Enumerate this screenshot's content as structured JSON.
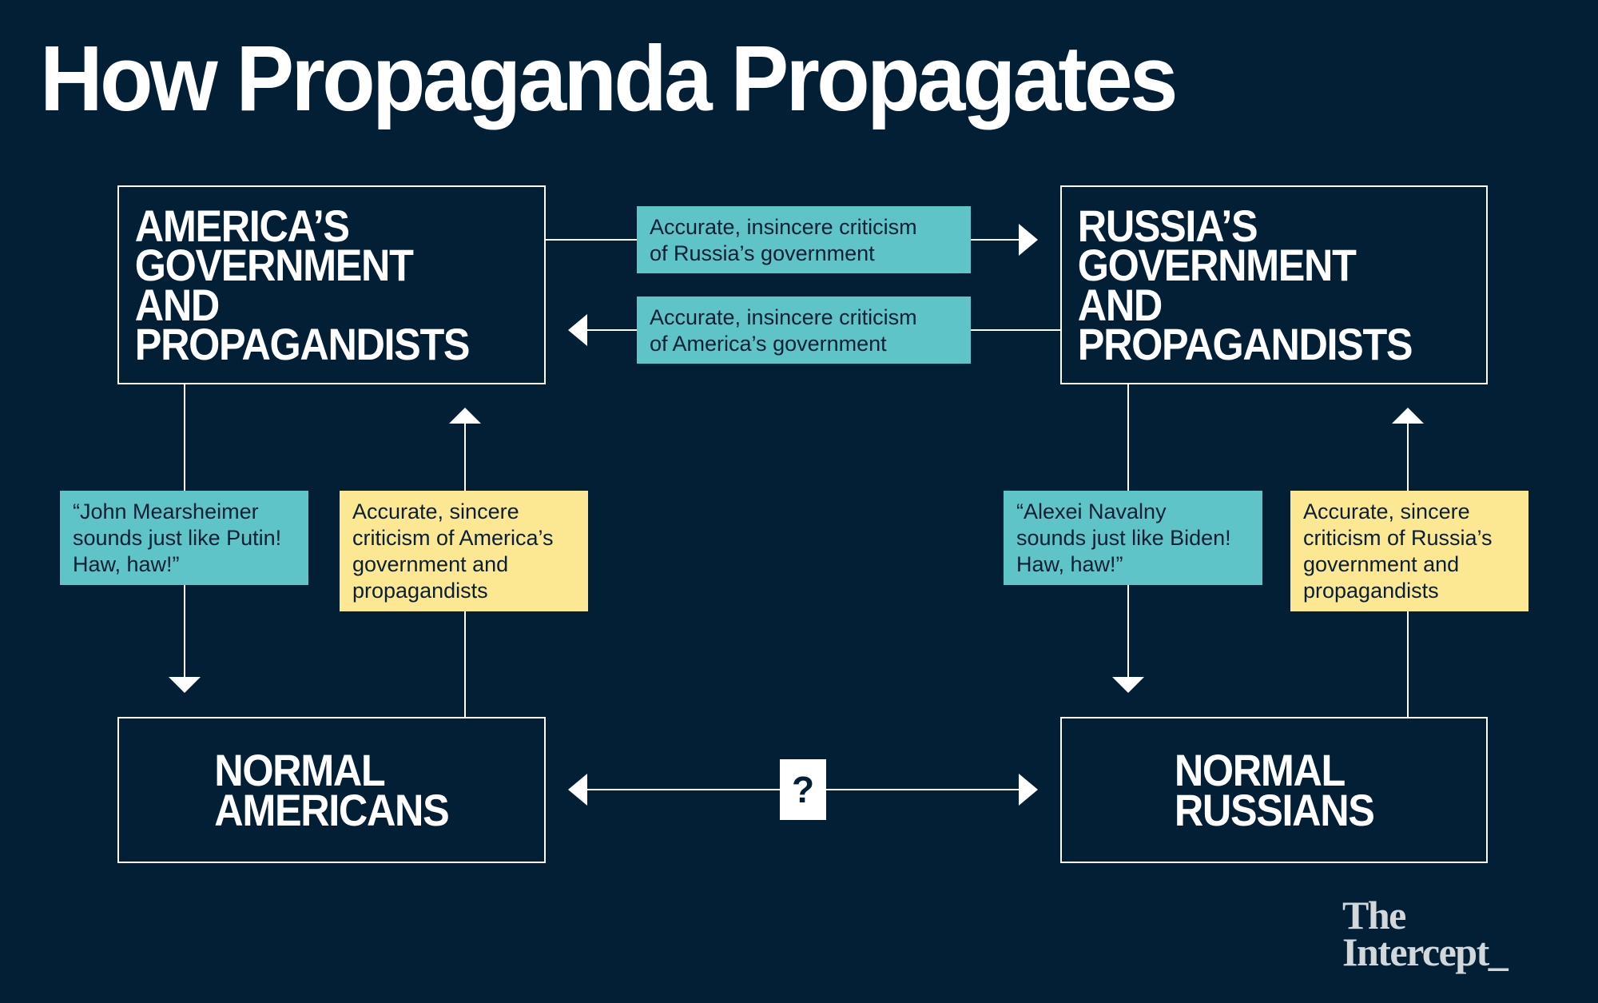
{
  "title": "How Propaganda Propagates",
  "nodes": {
    "america_gov": "AMERICA’S\nGOVERNMENT AND\nPROPAGANDISTS",
    "russia_gov": "RUSSIA’S\nGOVERNMENT AND\nPROPAGANDISTS",
    "normal_americans": "NORMAL\nAMERICANS",
    "normal_russians": "NORMAL\nRUSSIANS"
  },
  "labels": {
    "us_to_russia": "Accurate, insincere criticism\nof Russia’s government",
    "russia_to_us": "Accurate, insincere criticism\nof America’s government",
    "us_to_americans": "“John Mearsheimer\nsounds just like Putin!\nHaw, haw!”",
    "americans_to_us": "Accurate, sincere\ncriticism of America’s\ngovernment and\npropagandists",
    "russia_to_russians": "“Alexei Navalny\nsounds just like Biden!\nHaw, haw!”",
    "russians_to_russia": "Accurate, sincere\ncriticism of Russia’s\ngovernment and\npropagandists"
  },
  "unknown_link": "?",
  "logo": {
    "line1": "The",
    "line2": "Intercept_"
  },
  "colors": {
    "background": "#031f36",
    "teal": "#5fc4c7",
    "yellow": "#fce792",
    "line": "#ffffff"
  }
}
